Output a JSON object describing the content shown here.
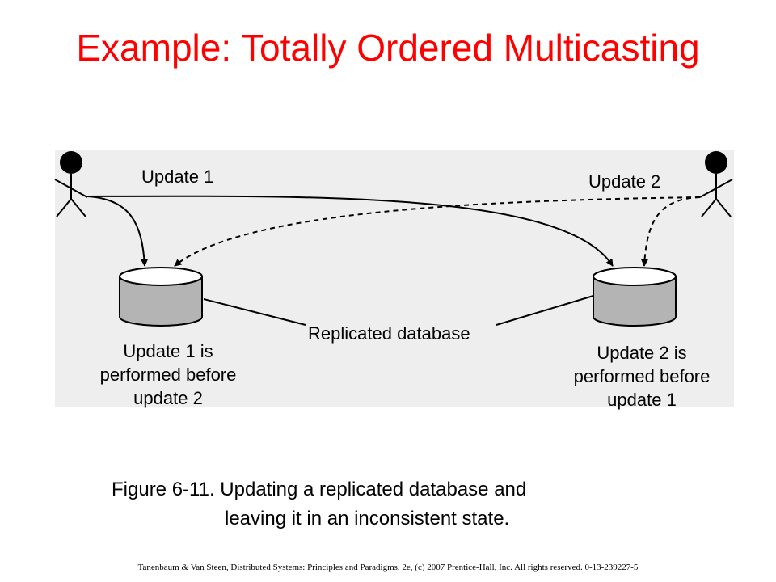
{
  "slide": {
    "title": "Example: Totally Ordered Multicasting"
  },
  "diagram": {
    "update1_label": "Update 1",
    "update2_label": "Update 2",
    "replicated_db_label": "Replicated database",
    "left_result": [
      "Update 1 is",
      "performed before",
      "update 2"
    ],
    "right_result": [
      "Update 2 is",
      "performed before",
      "update 1"
    ]
  },
  "caption": {
    "line1": "Figure 6-11. Updating a replicated database and",
    "line2": "leaving it in an inconsistent state."
  },
  "footer": {
    "text": "Tanenbaum & Van Steen, Distributed Systems: Principles and Paradigms, 2e, (c) 2007 Prentice-Hall, Inc. All rights reserved. 0-13-239227-5"
  }
}
